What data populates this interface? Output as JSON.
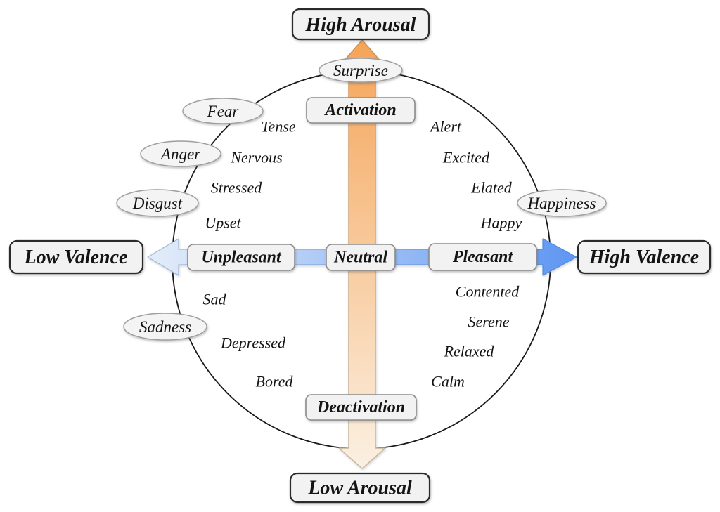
{
  "figure": {
    "title_semantic": "circumplex-model-of-affect",
    "colors": {
      "background": "#FFFFFF",
      "circle_stroke": "#1A1A1A",
      "box_fill": "#F2F2F2",
      "outer_box_stroke": "#2B2B2B",
      "inner_box_stroke": "#8C8C8C",
      "ellipse_fill": "#F4F4F4",
      "ellipse_stroke": "#9E9E9E",
      "text": "#141414",
      "arousal_arrow_top": "#F5A458",
      "arousal_arrow_bottom": "#FBF0E2",
      "arousal_arrow_stroke_top": "#CE8E4E",
      "arousal_arrow_stroke_bottom": "#C4B7A1",
      "valence_arrow_left": "#E4EDF9",
      "valence_arrow_right": "#5E96F2",
      "valence_arrow_stroke_left": "#A3B9D4",
      "valence_arrow_stroke_right": "#4B87E0"
    },
    "axis_labels": {
      "top": "High Arousal",
      "bottom": "Low Arousal",
      "left": "Low Valence",
      "right": "High Valence"
    },
    "arrow_labels": {
      "activation": "Activation",
      "deactivation": "Deactivation",
      "unpleasant": "Unpleasant",
      "neutral": "Neutral",
      "pleasant": "Pleasant"
    },
    "emotion_categories": {
      "surprise": "Surprise",
      "fear": "Fear",
      "anger": "Anger",
      "disgust": "Disgust",
      "sadness": "Sadness",
      "happiness": "Happiness"
    },
    "affect_words": {
      "tense": "Tense",
      "nervous": "Nervous",
      "stressed": "Stressed",
      "upset": "Upset",
      "alert": "Alert",
      "excited": "Excited",
      "elated": "Elated",
      "happy": "Happy",
      "sad": "Sad",
      "depressed": "Depressed",
      "bored": "Bored",
      "contented": "Contented",
      "serene": "Serene",
      "relaxed": "Relaxed",
      "calm": "Calm"
    }
  }
}
